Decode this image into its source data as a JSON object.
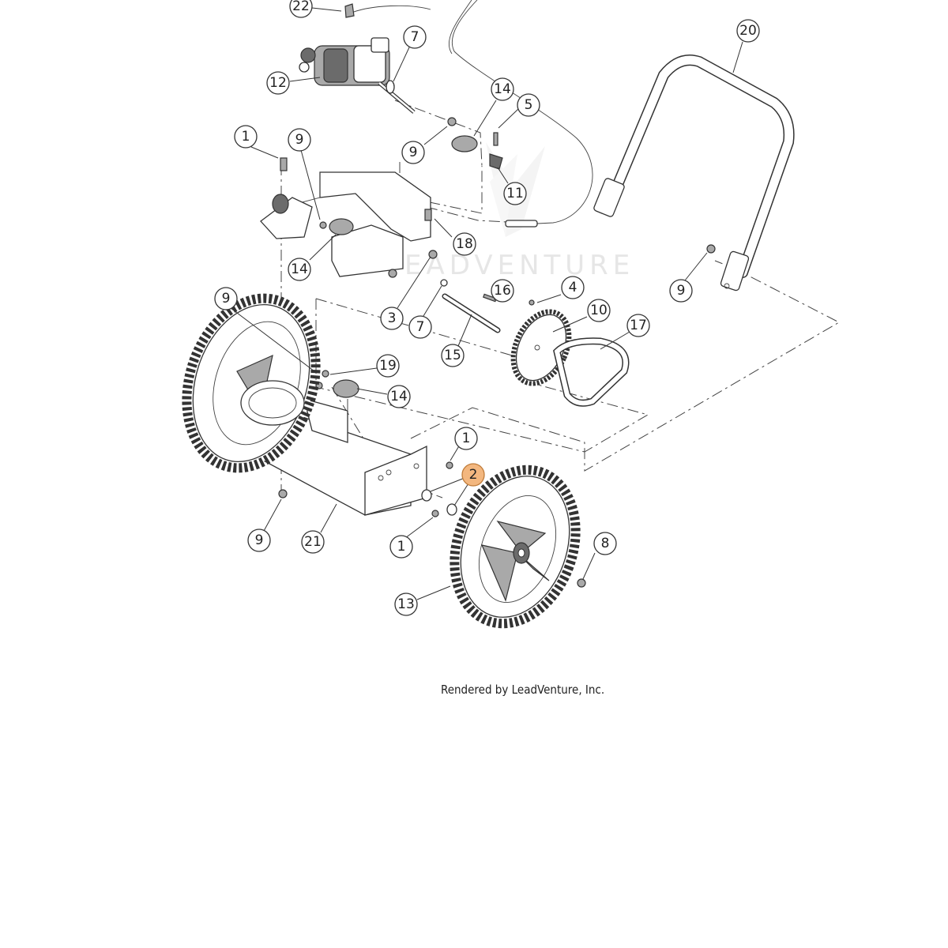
{
  "diagram": {
    "watermark_text": "EADVENTURE",
    "footer_text": "Rendered by LeadVenture, Inc.",
    "highlight_color": "#f3b77f",
    "callouts": [
      {
        "id": "c22",
        "label": "22"
      },
      {
        "id": "c7a",
        "label": "7"
      },
      {
        "id": "c20",
        "label": "20"
      },
      {
        "id": "c12",
        "label": "12"
      },
      {
        "id": "c14a",
        "label": "14"
      },
      {
        "id": "c5",
        "label": "5"
      },
      {
        "id": "c1a",
        "label": "1"
      },
      {
        "id": "c9a",
        "label": "9"
      },
      {
        "id": "c9b",
        "label": "9"
      },
      {
        "id": "c11",
        "label": "11"
      },
      {
        "id": "c18",
        "label": "18"
      },
      {
        "id": "c14b",
        "label": "14"
      },
      {
        "id": "c16",
        "label": "16"
      },
      {
        "id": "c9c",
        "label": "9"
      },
      {
        "id": "c4",
        "label": "4"
      },
      {
        "id": "c9d",
        "label": "9"
      },
      {
        "id": "c10",
        "label": "10"
      },
      {
        "id": "c3",
        "label": "3"
      },
      {
        "id": "c7b",
        "label": "7"
      },
      {
        "id": "c17",
        "label": "17"
      },
      {
        "id": "c15",
        "label": "15"
      },
      {
        "id": "c19",
        "label": "19"
      },
      {
        "id": "c14c",
        "label": "14"
      },
      {
        "id": "c1b",
        "label": "1"
      },
      {
        "id": "c2",
        "label": "2",
        "highlighted": true
      },
      {
        "id": "c9e",
        "label": "9"
      },
      {
        "id": "c21",
        "label": "21"
      },
      {
        "id": "c1c",
        "label": "1"
      },
      {
        "id": "c8",
        "label": "8"
      },
      {
        "id": "c13",
        "label": "13"
      }
    ]
  }
}
